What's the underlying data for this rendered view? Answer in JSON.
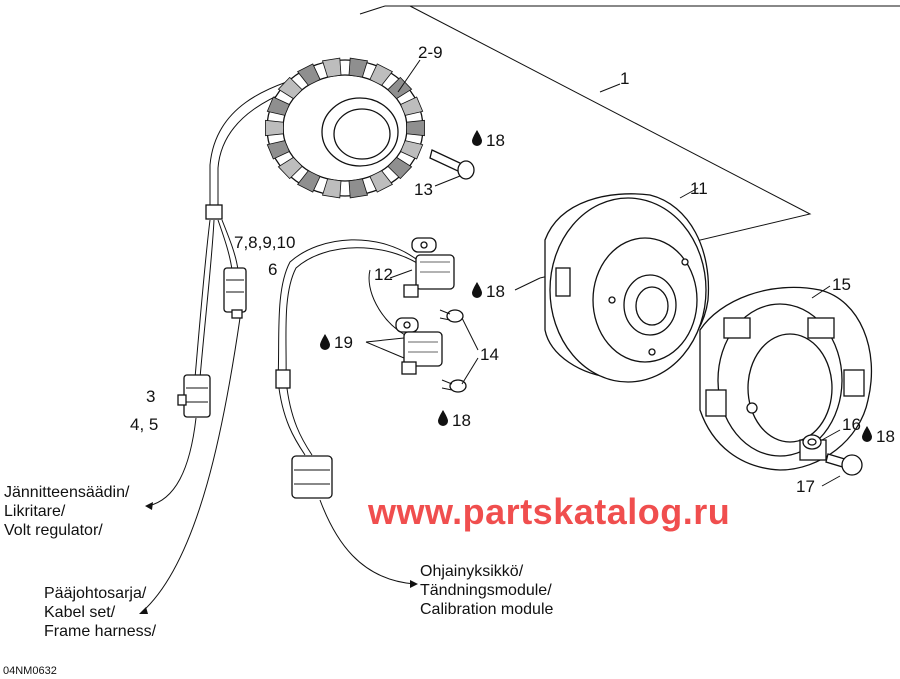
{
  "callouts": {
    "c1": "1",
    "c2_9": "2-9",
    "c3": "3",
    "c4_5": "4, 5",
    "c6": "6",
    "c7_10": "7,8,9,10",
    "c11": "11",
    "c12": "12",
    "c13": "13",
    "c14": "14",
    "c15": "15",
    "c16": "16",
    "c17": "17",
    "c18a": "18",
    "c18b": "18",
    "c18c": "18",
    "c18d": "18",
    "c19": "19"
  },
  "captions": {
    "volt_regulator": [
      "Jännitteensäädin/",
      "Likritare/",
      "Volt regulator/"
    ],
    "frame_harness": [
      "Pääjohtosarja/",
      "Kabel set/",
      "Frame harness/"
    ],
    "calibration_module": [
      "Ohjainyksikkö/",
      "Tändningsmodule/",
      "Calibration module"
    ]
  },
  "watermark": "www.partskatalog.ru",
  "figure_code": "04NM0632",
  "icons": {
    "lubricant": "oil-drop-icon"
  },
  "colors": {
    "watermark": "#f04e4e",
    "ink": "#111111"
  }
}
